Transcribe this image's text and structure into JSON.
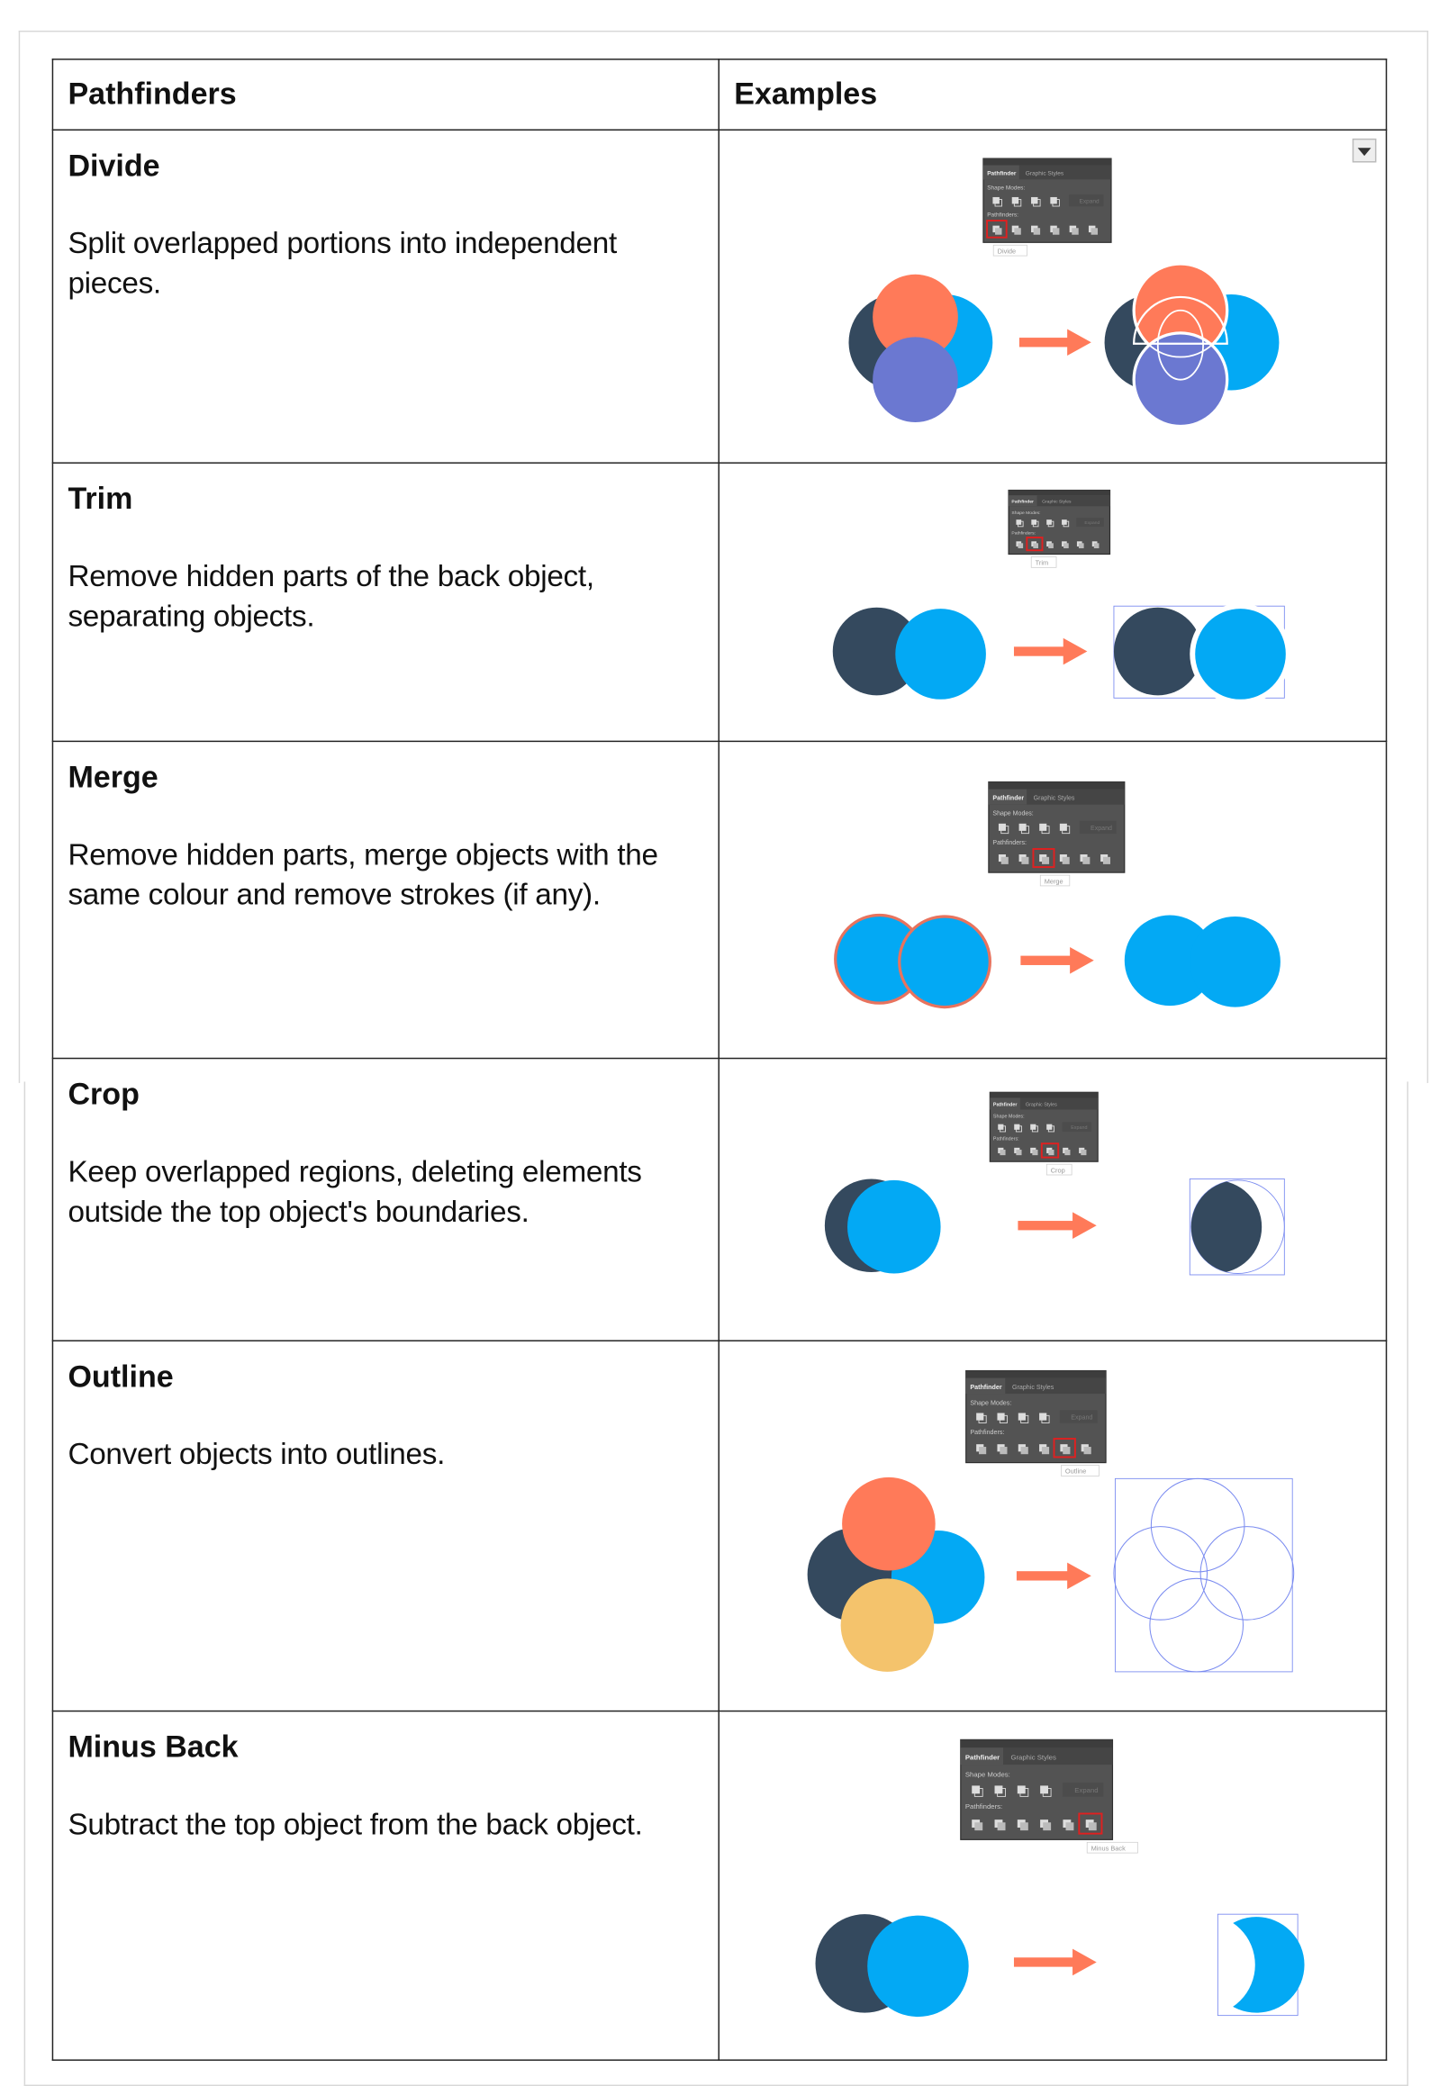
{
  "header": {
    "col1": "Pathfinders",
    "col2": "Examples"
  },
  "panel": {
    "tab_active": "Pathfinder",
    "tab_inactive": "Graphic Styles",
    "shape_modes_label": "Shape Modes:",
    "pathfinders_label": "Pathfinders:",
    "expand_label": "Expand"
  },
  "rows": [
    {
      "title": "Divide",
      "description": "Split overlapped portions into independent pieces.",
      "tooltip": "Divide",
      "highlight_index": 0
    },
    {
      "title": "Trim",
      "description": "Remove hidden parts of the back object, separating objects.",
      "tooltip": "Trim",
      "highlight_index": 1
    },
    {
      "title": "Merge",
      "description": "Remove hidden parts, merge objects with the same colour and remove strokes (if any).",
      "tooltip": "Merge",
      "highlight_index": 2
    },
    {
      "title": "Crop",
      "description": "Keep overlapped regions, deleting elements outside the top object's boundaries.",
      "tooltip": "Crop",
      "highlight_index": 3
    },
    {
      "title": "Outline",
      "description": "Convert objects into outlines.",
      "tooltip": "Outline",
      "highlight_index": 4
    },
    {
      "title": "Minus Back",
      "description": "Subtract the top object from the back object.",
      "tooltip": "Minus Back",
      "highlight_index": 5
    }
  ],
  "colors": {
    "navy": "#34495e",
    "blue": "#03a9f4",
    "orange": "#ff7a59",
    "purple": "#6b78d1",
    "yellow": "#f4c36c",
    "outline": "#7b8cf0",
    "arrow": "#ff7a59",
    "highlight": "#e02020",
    "panel": "#535353"
  }
}
